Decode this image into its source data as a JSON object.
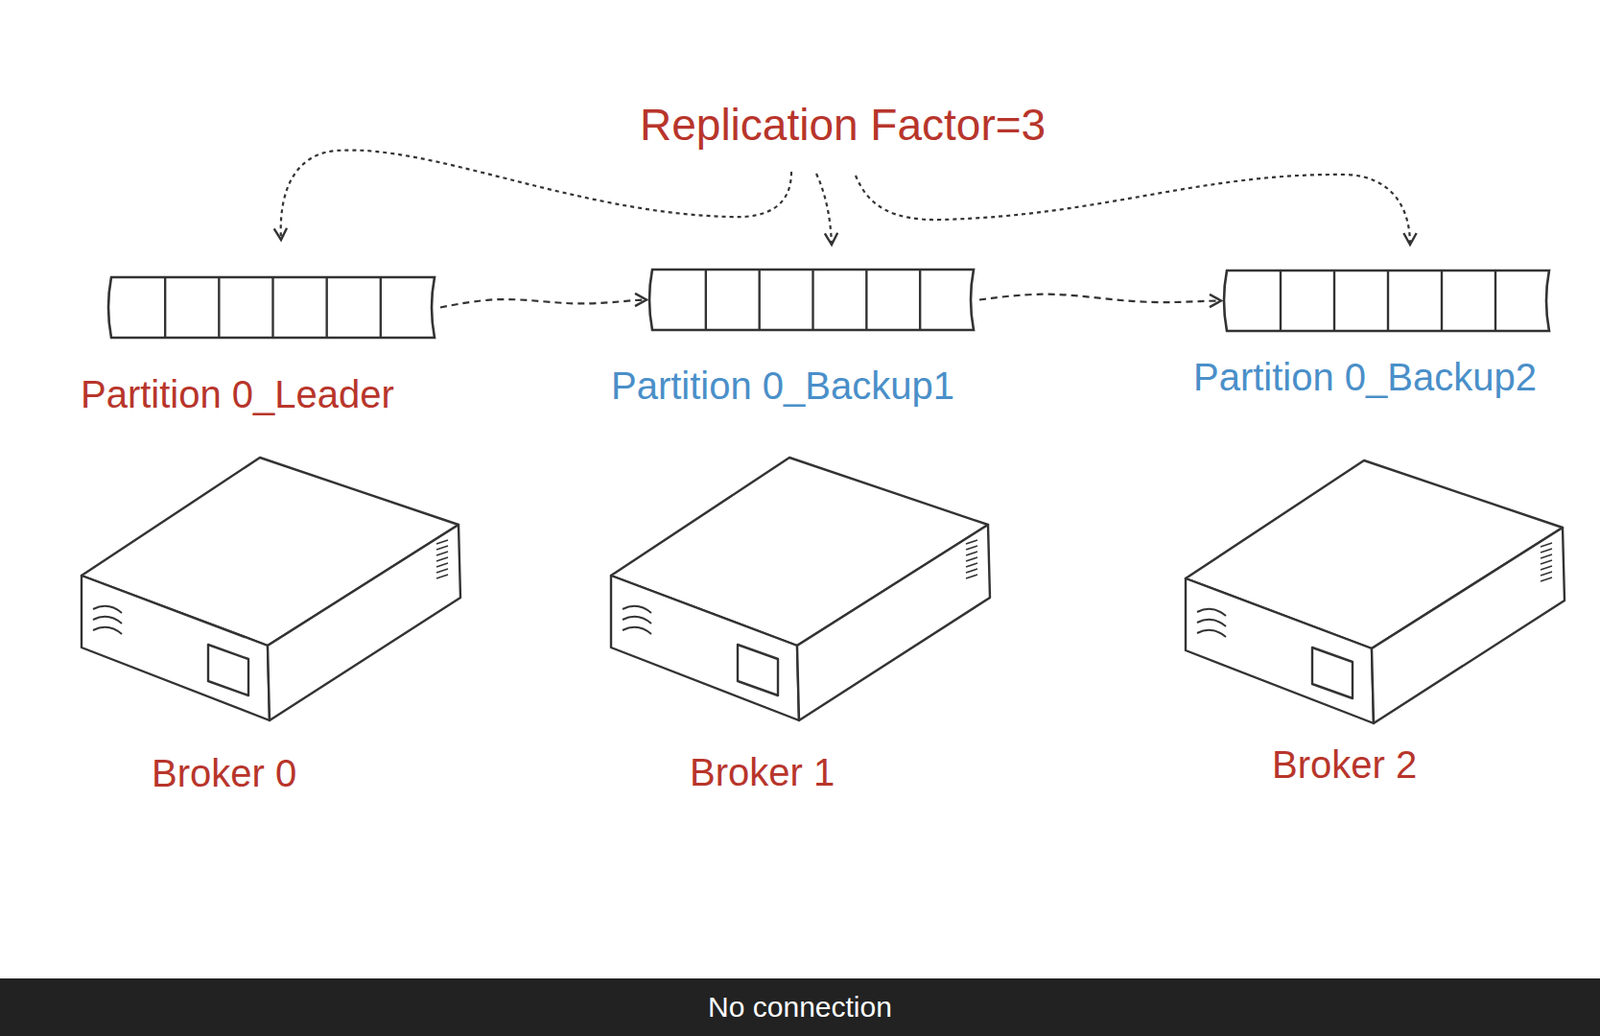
{
  "diagram": {
    "title": "Replication Factor=3",
    "nodes": [
      {
        "text": [
          "Partition 0_Leader"
        ]
      },
      {
        "text": [
          "Partition 0_Backup1"
        ]
      },
      {
        "text": [
          "Partition 0_Backup2"
        ]
      },
      {
        "text": [
          "Broker 0"
        ]
      },
      {
        "text": [
          "Broker 1"
        ]
      },
      {
        "text": [
          "Broker 2"
        ]
      }
    ],
    "edges": [
      {
        "from": 0,
        "to": 1,
        "arrow": "to"
      },
      {
        "from": 1,
        "to": 2,
        "arrow": "to"
      }
    ],
    "labels": [
      "No connection"
    ]
  }
}
